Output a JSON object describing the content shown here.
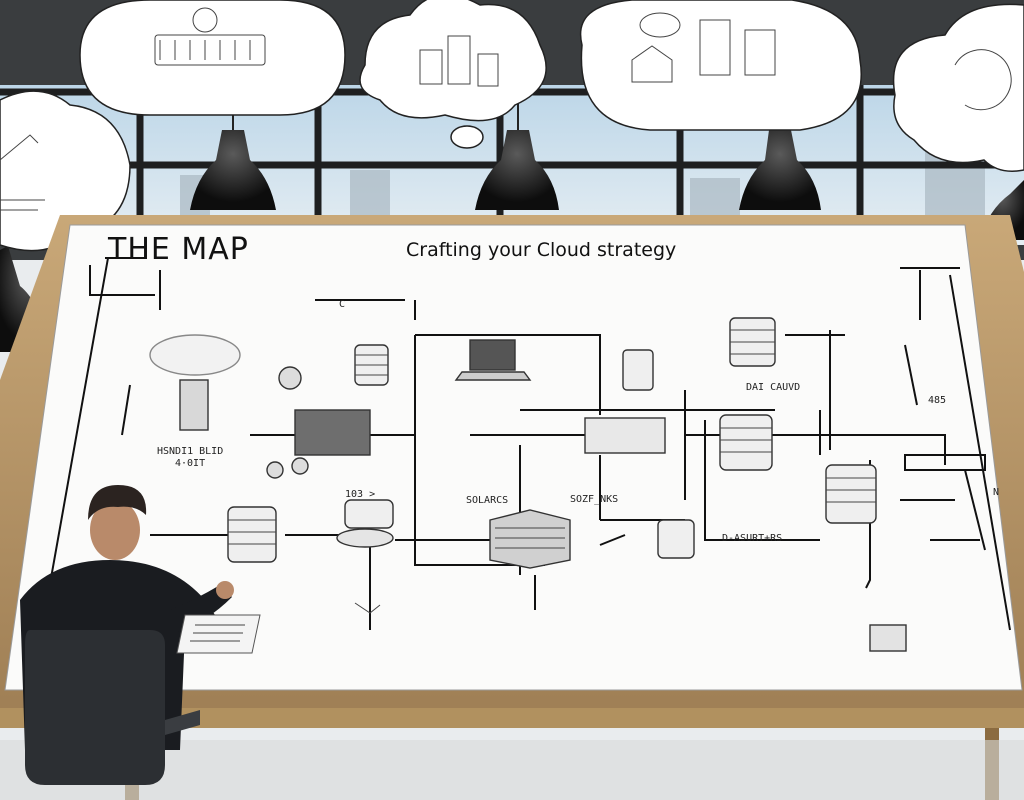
{
  "board": {
    "title": "THE MAP",
    "subtitle": "Crafting your Cloud strategy"
  },
  "labels": {
    "left_node": "HSNDI1 BLID",
    "left_node_sub": "4·0IT",
    "far_left_c": "C",
    "mid_top": "103 >",
    "mid_left": "SOLARCS",
    "mid_right": "SOZF_NKS",
    "right_top": "DAI CAUVD",
    "right_top_small": "485",
    "right_bottom": "D-ASURT+RS",
    "right_edge": "N"
  }
}
